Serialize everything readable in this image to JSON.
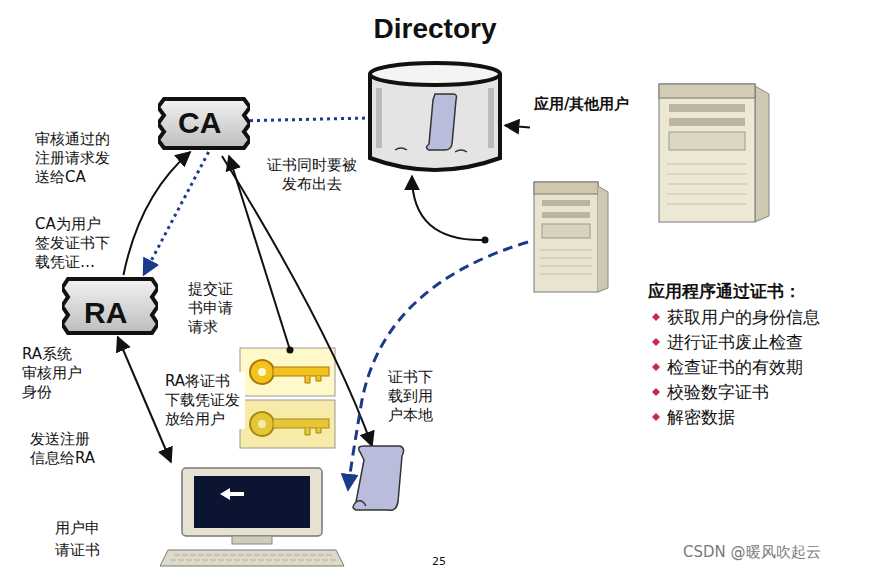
{
  "diagram": {
    "nodes": [
      {
        "text": [
          "CA"
        ]
      },
      {
        "text": [
          "Directory"
        ]
      },
      {
        "text": [
          "应用/其他用户"
        ]
      },
      {
        "text": [
          "RA"
        ]
      },
      {
        "text": [
          "用户申请证书"
        ]
      }
    ],
    "edges": [
      {
        "from": 3,
        "to": 0,
        "arrow": "to",
        "label": "审核通过的注册请求发送给CA"
      },
      {
        "from": 0,
        "to": 3,
        "arrow": "to",
        "label": "CA为用户签发证书下载凭证…"
      },
      {
        "from": 0,
        "to": 1,
        "arrow": "none",
        "label": "证书同时要被发布出去"
      },
      {
        "from": 2,
        "to": 1,
        "arrow": "to"
      },
      {
        "from": 4,
        "to": 3,
        "arrow": "both",
        "label": "发送注册信息给RA"
      }
    ],
    "labels": [
      "RA系统审核用户身份",
      "提交证书申请请求",
      "RA将证书下载凭证发放给用户",
      "证书下载到用户本地",
      "应用程序通过证书：",
      "获取用户的身份信息",
      "进行证书废止检查",
      "检查证书的有效期",
      "校验数字证书",
      "解密数据",
      "25",
      "CSDN @暖风吹起云"
    ]
  }
}
